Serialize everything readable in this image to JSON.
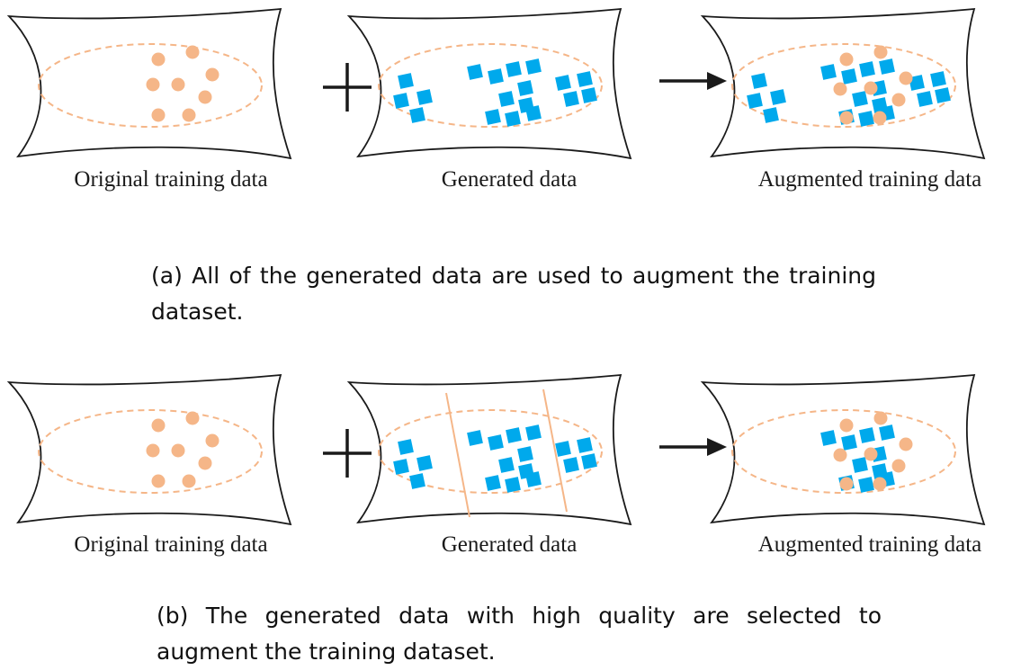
{
  "colors": {
    "original_point": "#F5B688",
    "generated_point": "#00A9EC",
    "ellipse_dashed": "#F5B688",
    "boundary_line": "#F5B688",
    "outline": "#1a1a1a"
  },
  "rows": [
    {
      "id": "a",
      "panels": {
        "original": {
          "label": "Original training data"
        },
        "generated": {
          "label": "Generated data",
          "quality_boundaries": false
        },
        "augmented": {
          "label": "Augmented training data",
          "includes": "all-generated"
        }
      },
      "operator_plus": "plus-sign",
      "operator_arrow": "arrow-right",
      "caption": "(a) All of the generated data are used to augment the training dataset."
    },
    {
      "id": "b",
      "panels": {
        "original": {
          "label": "Original training data"
        },
        "generated": {
          "label": "Generated data",
          "quality_boundaries": true
        },
        "augmented": {
          "label": "Augmented training data",
          "includes": "high-quality-only"
        }
      },
      "operator_plus": "plus-sign",
      "operator_arrow": "arrow-right",
      "caption": "(b) The generated data with high quality are selected to augment the training dataset."
    }
  ]
}
